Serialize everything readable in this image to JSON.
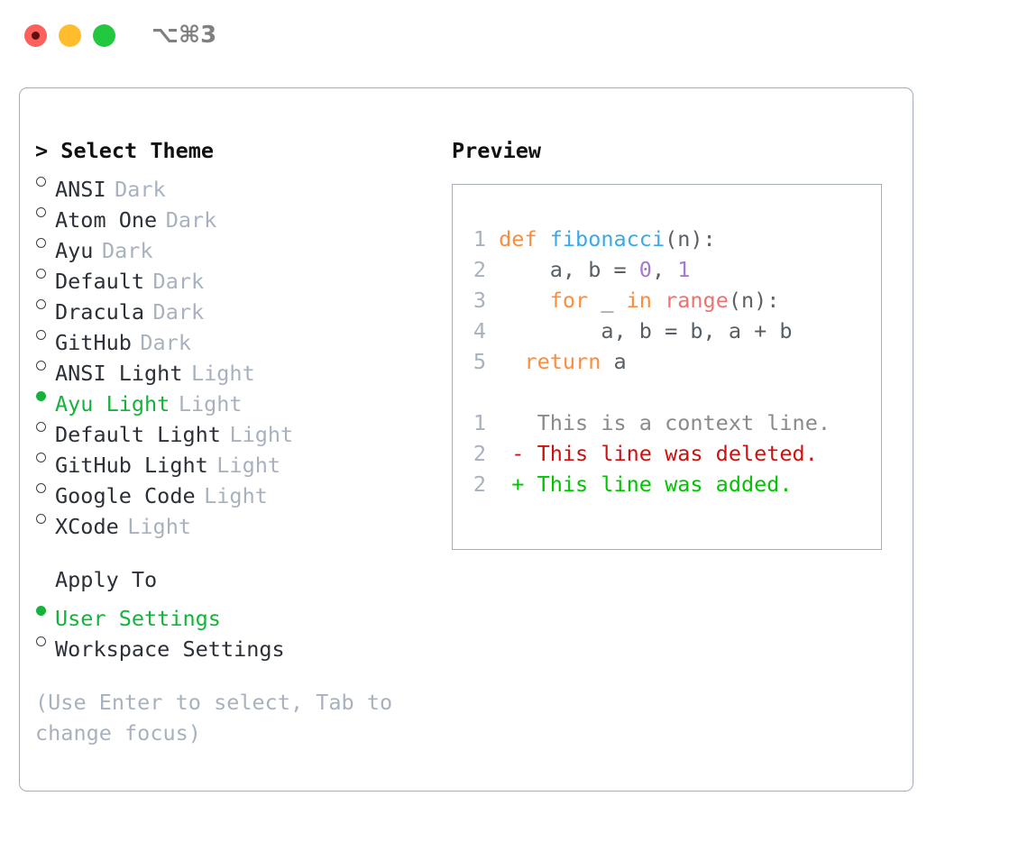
{
  "window": {
    "shortcut_label": "⌥⌘3",
    "traffic_lights": [
      "close",
      "minimize",
      "maximize"
    ]
  },
  "left": {
    "header": "> Select Theme",
    "themes": [
      {
        "name": "ANSI",
        "tag": "Dark",
        "selected": false
      },
      {
        "name": "Atom One",
        "tag": "Dark",
        "selected": false
      },
      {
        "name": "Ayu",
        "tag": "Dark",
        "selected": false
      },
      {
        "name": "Default",
        "tag": "Dark",
        "selected": false
      },
      {
        "name": "Dracula",
        "tag": "Dark",
        "selected": false
      },
      {
        "name": "GitHub",
        "tag": "Dark",
        "selected": false
      },
      {
        "name": "ANSI Light",
        "tag": "Light",
        "selected": false
      },
      {
        "name": "Ayu Light",
        "tag": "Light",
        "selected": true
      },
      {
        "name": "Default Light",
        "tag": "Light",
        "selected": false
      },
      {
        "name": "GitHub Light",
        "tag": "Light",
        "selected": false
      },
      {
        "name": "Google Code",
        "tag": "Light",
        "selected": false
      },
      {
        "name": "XCode",
        "tag": "Light",
        "selected": false
      }
    ],
    "apply_to": {
      "header": "Apply To",
      "options": [
        {
          "name": "User Settings",
          "selected": true
        },
        {
          "name": "Workspace Settings",
          "selected": false
        }
      ]
    },
    "hint": "(Use Enter to select, Tab to change focus)"
  },
  "right": {
    "header": "Preview",
    "code_lines": [
      {
        "num": "1",
        "tokens": [
          {
            "t": "def",
            "c": "kw"
          },
          {
            "t": " ",
            "c": "plain"
          },
          {
            "t": "fibonacci",
            "c": "fn"
          },
          {
            "t": "(n):",
            "c": "punc"
          }
        ]
      },
      {
        "num": "2",
        "tokens": [
          {
            "t": "    a, b = ",
            "c": "plain"
          },
          {
            "t": "0",
            "c": "num"
          },
          {
            "t": ", ",
            "c": "plain"
          },
          {
            "t": "1",
            "c": "num"
          }
        ]
      },
      {
        "num": "3",
        "tokens": [
          {
            "t": "    ",
            "c": "plain"
          },
          {
            "t": "for",
            "c": "kw"
          },
          {
            "t": " _ ",
            "c": "plain"
          },
          {
            "t": "in",
            "c": "kw"
          },
          {
            "t": " ",
            "c": "plain"
          },
          {
            "t": "range",
            "c": "bi"
          },
          {
            "t": "(n):",
            "c": "punc"
          }
        ]
      },
      {
        "num": "4",
        "tokens": [
          {
            "t": "        a, b = b, a + b",
            "c": "plain"
          }
        ]
      },
      {
        "num": "5",
        "tokens": [
          {
            "t": "  ",
            "c": "plain"
          },
          {
            "t": "return",
            "c": "kw"
          },
          {
            "t": " a",
            "c": "plain"
          }
        ]
      }
    ],
    "diff_lines": [
      {
        "num": "1",
        "marker": " ",
        "text": "This is a context line.",
        "kind": "d-ctx"
      },
      {
        "num": "2",
        "marker": "-",
        "text": "This line was deleted.",
        "kind": "d-del"
      },
      {
        "num": "2",
        "marker": "+",
        "text": "This line was added.",
        "kind": "d-add"
      }
    ]
  },
  "colors": {
    "accent_green": "#15b33c",
    "muted": "#a8b2bf",
    "border": "#a3adbb",
    "keyword": "#fa8d3e",
    "function": "#3ba9e8",
    "number": "#a37acc",
    "builtin": "#f07171",
    "diff_add": "#00c400",
    "diff_del": "#cc1111"
  }
}
